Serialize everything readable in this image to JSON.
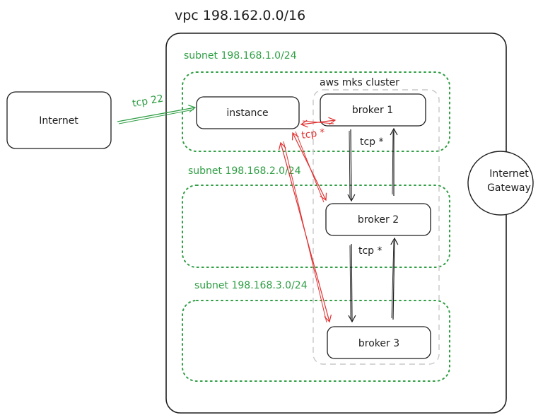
{
  "vpc": {
    "title": "vpc 198.162.0.0/16"
  },
  "internet": {
    "label": "Internet"
  },
  "gateway": {
    "line1": "Internet",
    "line2": "Gateway"
  },
  "subnets": [
    {
      "label": "subnet 198.168.1.0/24"
    },
    {
      "label": "subnet 198.168.2.0/24"
    },
    {
      "label": "subnet 198.168.3.0/24"
    }
  ],
  "cluster": {
    "label": "aws mks cluster"
  },
  "instance": {
    "label": "instance"
  },
  "brokers": [
    {
      "label": "broker 1"
    },
    {
      "label": "broker 2"
    },
    {
      "label": "broker 3"
    }
  ],
  "edges": {
    "internet_to_instance": "tcp 22",
    "instance_to_brokers": "tcp *",
    "broker1_broker2": "tcp *",
    "broker2_broker3": "tcp *"
  },
  "colors": {
    "stroke": "#1e1e1e",
    "subnet_green": "#2f9e44",
    "red": "#e03131",
    "cluster_gray": "#c8c8c8"
  }
}
